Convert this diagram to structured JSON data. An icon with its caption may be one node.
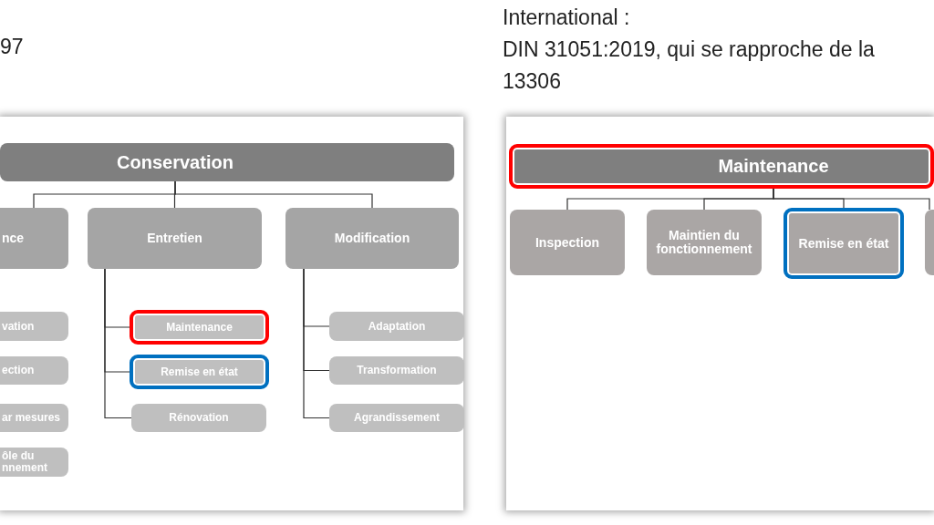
{
  "diagram": {
    "nodes": [
      {
        "text": [
          "Conservation"
        ]
      },
      {
        "text": [
          "nce"
        ]
      },
      {
        "text": [
          "Entretien"
        ]
      },
      {
        "text": [
          "Modification"
        ]
      },
      {
        "text": [
          "vation"
        ]
      },
      {
        "text": [
          "ection"
        ]
      },
      {
        "text": [
          "ar mesures"
        ]
      },
      {
        "text": [
          "ôle du nnement"
        ]
      },
      {
        "text": [
          "Maintenance"
        ]
      },
      {
        "text": [
          "Remise en état"
        ]
      },
      {
        "text": [
          "Rénovation"
        ]
      },
      {
        "text": [
          "Adaptation"
        ]
      },
      {
        "text": [
          "Transformation"
        ]
      },
      {
        "text": [
          "Agrandissement"
        ]
      },
      {
        "text": [
          "Maintenance"
        ]
      },
      {
        "text": [
          "Inspection"
        ]
      },
      {
        "text": [
          "Maintien du fonctionnement"
        ]
      },
      {
        "text": [
          "Remise en état"
        ]
      },
      {
        "text": [],
        "shape": "box"
      }
    ],
    "edges": [
      {
        "from": 0,
        "to": 1,
        "arrow": "none"
      },
      {
        "from": 0,
        "to": 2,
        "arrow": "none"
      },
      {
        "from": 0,
        "to": 3,
        "arrow": "none"
      },
      {
        "from": 2,
        "to": 8,
        "arrow": "none"
      },
      {
        "from": 2,
        "to": 9,
        "arrow": "none"
      },
      {
        "from": 2,
        "to": 10,
        "arrow": "none"
      },
      {
        "from": 3,
        "to": 11,
        "arrow": "none"
      },
      {
        "from": 3,
        "to": 12,
        "arrow": "none"
      },
      {
        "from": 3,
        "to": 13,
        "arrow": "none"
      },
      {
        "from": 14,
        "to": 15,
        "arrow": "none"
      },
      {
        "from": 14,
        "to": 16,
        "arrow": "none"
      },
      {
        "from": 14,
        "to": 17,
        "arrow": "none"
      },
      {
        "from": 14,
        "to": 18,
        "arrow": "none"
      }
    ],
    "labels": [
      "97",
      "International :",
      "DIN 31051:2019, qui se rapproche de la",
      "13306"
    ]
  }
}
